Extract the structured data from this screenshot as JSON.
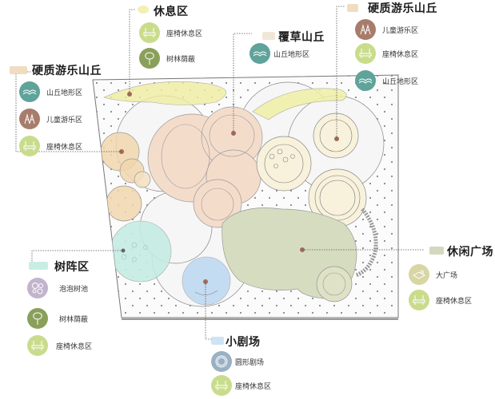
{
  "colors": {
    "hill_hard": "#f1dcc0",
    "rest_area": "#f2f0b2",
    "grass_hill": "#f2e6d6",
    "tree_array": "#c8eee4",
    "theater": "#cfe3f3",
    "plaza": "#d4d8c0",
    "icon_hill": "#5fa39a",
    "icon_kids": "#a87c6c",
    "icon_bench": "#c9dc8c",
    "icon_tree": "#8aa05a",
    "icon_bubble": "#c2b4cc",
    "icon_theater": "#9ab0c4",
    "icon_plaza": "#d7d6a4"
  },
  "groups": {
    "hard_hill_left": {
      "title": "硬质游乐山丘",
      "items": [
        {
          "icon": "hill-terrain-icon",
          "label": "山丘地形区"
        },
        {
          "icon": "kids-play-icon",
          "label": "儿童游乐区"
        },
        {
          "icon": "bench-icon",
          "label": "座椅休息区"
        }
      ]
    },
    "rest_area": {
      "title": "休息区",
      "items": [
        {
          "icon": "bench-icon",
          "label": "座椅休息区"
        },
        {
          "icon": "tree-icon",
          "label": "树林荫蔽"
        }
      ]
    },
    "grass_hill": {
      "title": "覆草山丘",
      "items": [
        {
          "icon": "hill-terrain-icon",
          "label": "山丘地形区"
        }
      ]
    },
    "hard_hill_right": {
      "title": "硬质游乐山丘",
      "items": [
        {
          "icon": "kids-play-icon",
          "label": "儿童游乐区"
        },
        {
          "icon": "bench-icon",
          "label": "座椅休息区"
        },
        {
          "icon": "hill-terrain-icon",
          "label": "山丘地形区"
        }
      ]
    },
    "tree_array": {
      "title": "树阵区",
      "items": [
        {
          "icon": "bubble-tree-pool-icon",
          "label": "泡泡树池"
        },
        {
          "icon": "tree-icon",
          "label": "树林荫蔽"
        },
        {
          "icon": "bench-icon",
          "label": "座椅休息区"
        }
      ]
    },
    "small_theater": {
      "title": "小剧场",
      "items": [
        {
          "icon": "round-theater-icon",
          "label": "圆形剧场"
        },
        {
          "icon": "bench-icon",
          "label": "座椅休息区"
        }
      ]
    },
    "leisure_plaza": {
      "title": "休闲广场",
      "items": [
        {
          "icon": "plaza-icon",
          "label": "大广场"
        },
        {
          "icon": "bench-icon",
          "label": "座椅休息区"
        }
      ]
    }
  }
}
